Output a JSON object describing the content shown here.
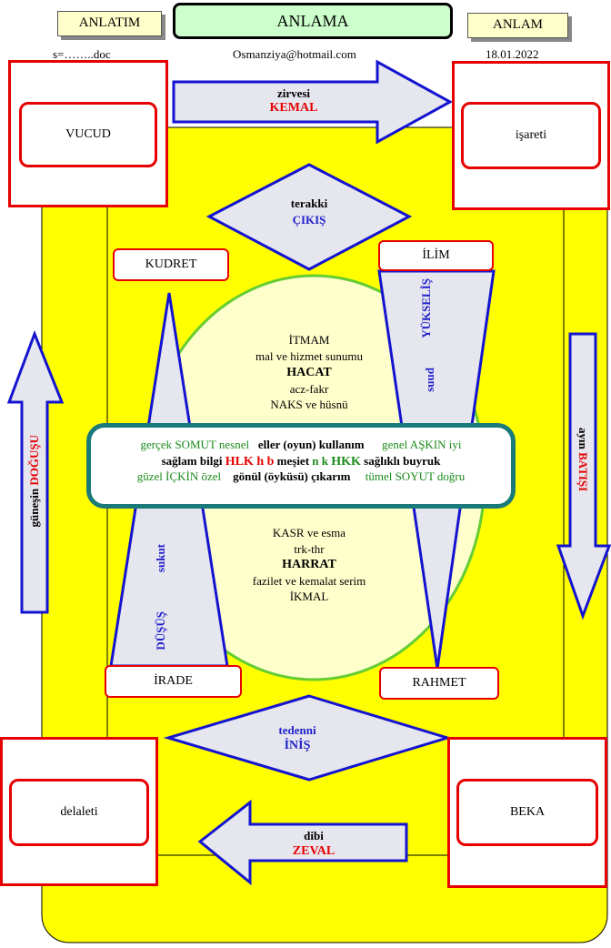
{
  "header": {
    "left_tab": "ANLATIM",
    "center_title": "ANLAMA",
    "right_tab": "ANLAM",
    "file_name": "s=……..doc",
    "email": "Osmanziya@hotmail.com",
    "date": "18.01.2022"
  },
  "corners": {
    "top_left": "VUCUD",
    "top_right": "işareti",
    "bottom_left": "delaleti",
    "bottom_right": "BEKA"
  },
  "top_arrow": {
    "line1": "zirvesi",
    "line2": "KEMAL"
  },
  "bottom_arrow": {
    "line1": "dibi",
    "line2": "ZEVAL"
  },
  "top_diamond": {
    "line1": "terakki",
    "line2": "ÇIKIŞ"
  },
  "bottom_diamond": {
    "line1": "tedenni",
    "line2": "İNİŞ"
  },
  "left_arrow": {
    "part1": "güneşin",
    "part2": "DOĞUŞU"
  },
  "right_arrow": {
    "part1": "BATIŞI",
    "part2": "ayın"
  },
  "labels": {
    "kudret": "KUDRET",
    "ilim": "İLİM",
    "irade": "İRADE",
    "rahmet": "RAHMET"
  },
  "right_triangle": {
    "word1": "suud",
    "word2": "YÜKSELİŞ"
  },
  "left_triangle": {
    "word1": "sukut",
    "word2": "DÜŞÜŞ"
  },
  "circle_top": {
    "line1": "İTMAM",
    "line2": "mal ve hizmet  sunumu",
    "line3": "HACAT",
    "line4": "acz-fakr",
    "line5": "NAKS ve hüsnü"
  },
  "circle_bottom": {
    "line1": "KASR ve esma",
    "line2": "trk-thr",
    "line3": "HARRAT",
    "line4": "fazilet  ve kemalat serim",
    "line5": "İKMAL"
  },
  "center_box": {
    "row1": {
      "a": "gerçek SOMUT nesnel",
      "b": "eller (oyun) kullanım",
      "c": "genel AŞKIN iyi"
    },
    "row2": {
      "a": "sağlam bilgi",
      "b": "HLK h b",
      "c": "meşiet",
      "d": "n k",
      "e": "HKK",
      "f": "sağlıklı buyruk"
    },
    "row3": {
      "a": "güzel İÇKİN  özel",
      "b": "gönül (öyküsü) çıkarım",
      "c": "tümel SOYUT doğru"
    }
  },
  "colors": {
    "yellow": "#ffff00",
    "arrow_fill": "#e6e6ee",
    "arrow_stroke": "#1414d0",
    "box_red": "#e60000",
    "circle_fill": "#ffffcc",
    "circle_stroke": "#66cc33",
    "center_border": "#1a7a7a",
    "header_green": "#ccffcc"
  }
}
